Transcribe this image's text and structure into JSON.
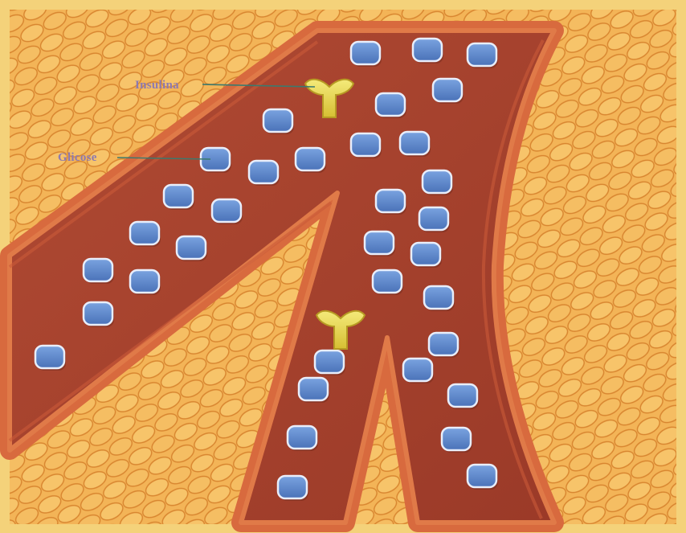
{
  "labels": {
    "insulin": "Insulina",
    "glucose": "Glicose"
  },
  "colors": {
    "fat_tissue": "#f2b154",
    "cell_outline": "#d98b36",
    "vessel_wall": "#d4643c",
    "blood": "#a8412e",
    "glucose": "#5b86c8",
    "insulin": "#e3d24a"
  },
  "glucose_molecule_count": 35,
  "insulin_molecule_count": 2
}
